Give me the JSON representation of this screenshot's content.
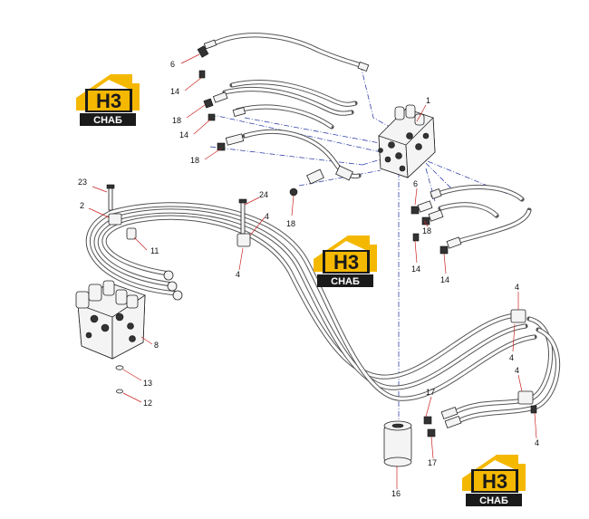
{
  "brand": {
    "mark": "H3",
    "word": "CHAБ",
    "colors": {
      "yellow": "#f5b800",
      "black": "#1a1a1a",
      "white": "#ffffff"
    }
  },
  "callouts": [
    {
      "id": "c-6a",
      "text": "6"
    },
    {
      "id": "c-14a",
      "text": "14"
    },
    {
      "id": "c-18a",
      "text": "18"
    },
    {
      "id": "c-14b",
      "text": "14"
    },
    {
      "id": "c-18b",
      "text": "18"
    },
    {
      "id": "c-1",
      "text": "1"
    },
    {
      "id": "c-23",
      "text": "23"
    },
    {
      "id": "c-2",
      "text": "2"
    },
    {
      "id": "c-11",
      "text": "11"
    },
    {
      "id": "c-24",
      "text": "24"
    },
    {
      "id": "c-4a",
      "text": "4"
    },
    {
      "id": "c-4b",
      "text": "4"
    },
    {
      "id": "c-18c",
      "text": "18"
    },
    {
      "id": "c-6b",
      "text": "6"
    },
    {
      "id": "c-18d",
      "text": "18"
    },
    {
      "id": "c-14c",
      "text": "14"
    },
    {
      "id": "c-14d",
      "text": "14"
    },
    {
      "id": "c-8",
      "text": "8"
    },
    {
      "id": "c-13",
      "text": "13"
    },
    {
      "id": "c-12",
      "text": "12"
    },
    {
      "id": "c-4c",
      "text": "4"
    },
    {
      "id": "c-4d",
      "text": "4"
    },
    {
      "id": "c-4e",
      "text": "4"
    },
    {
      "id": "c-4f",
      "text": "4"
    },
    {
      "id": "c-17a",
      "text": "17"
    },
    {
      "id": "c-17b",
      "text": "17"
    },
    {
      "id": "c-16",
      "text": "16"
    }
  ]
}
